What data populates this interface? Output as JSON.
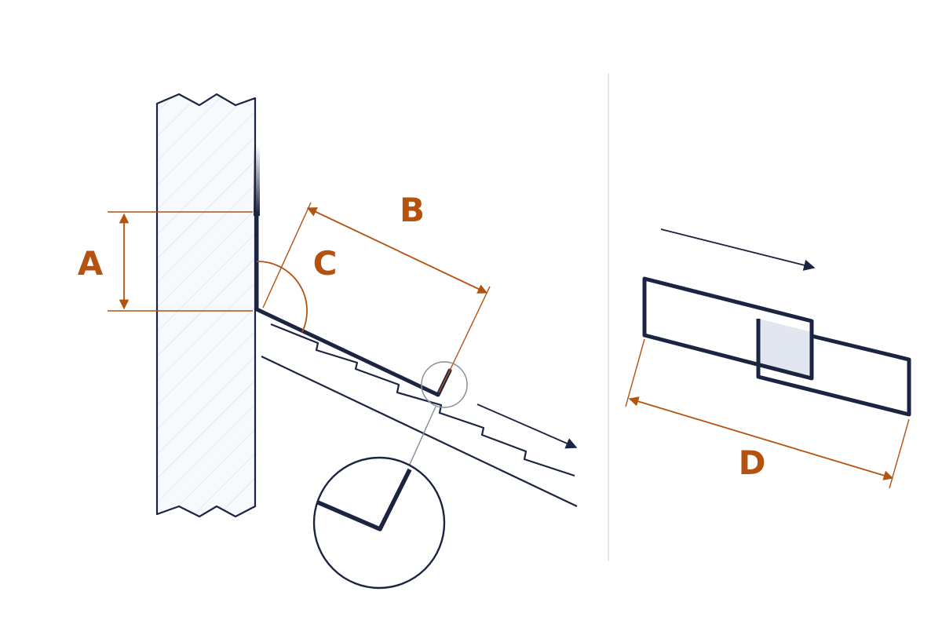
{
  "labels": {
    "a": "A",
    "b": "B",
    "c": "C",
    "d": "D"
  },
  "colors": {
    "ink": "#1b2440",
    "accent": "#b4520f",
    "wall_fill": "#f2f4f9",
    "hatch": "#c9cfdd",
    "divider": "#e3e6ee",
    "overlap_fill": "#e2e6f0",
    "leader": "#8a8f9a"
  },
  "icons": {
    "flow_arrow_left": "arrow-down-right-icon",
    "flow_arrow_right": "arrow-down-right-icon"
  }
}
